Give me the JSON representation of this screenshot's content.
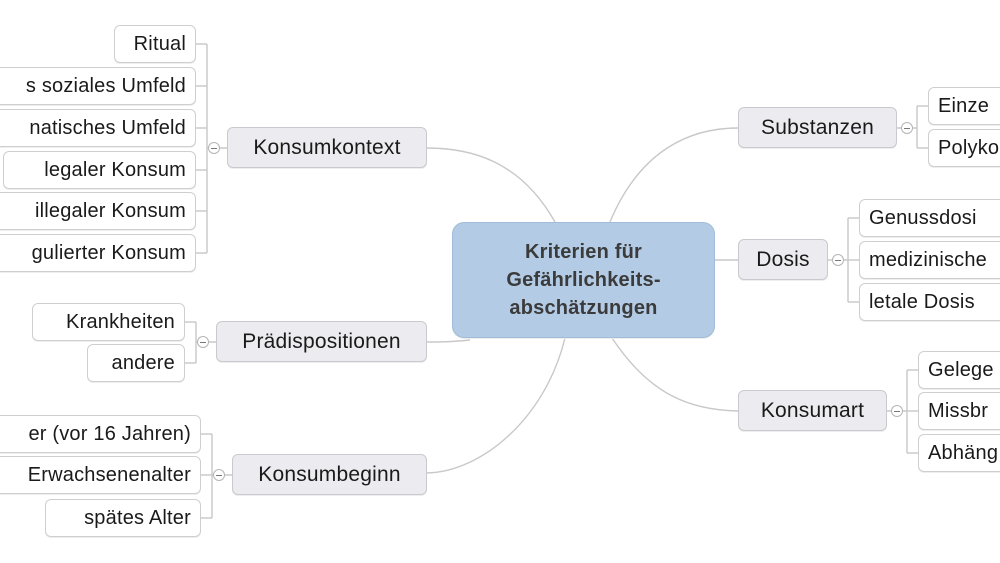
{
  "root": {
    "lines": [
      "Kriterien für",
      "Gefährlichkeits-",
      "abschätzungen"
    ],
    "color": "#b3cbe5"
  },
  "branches": {
    "konsumkontext": {
      "label": "Konsumkontext",
      "children": [
        "Ritual",
        "s soziales Umfeld",
        "natisches Umfeld",
        "legaler Konsum",
        "illegaler Konsum",
        "gulierter Konsum"
      ]
    },
    "praedispositionen": {
      "label": "Prädispositionen",
      "children": [
        "Krankheiten",
        "andere"
      ]
    },
    "konsumbeginn": {
      "label": "Konsumbeginn",
      "children": [
        "er (vor 16 Jahren)",
        "Erwachsenenalter",
        "spätes  Alter"
      ]
    },
    "substanzen": {
      "label": "Substanzen",
      "children": [
        "Einze",
        "Polyko"
      ]
    },
    "dosis": {
      "label": "Dosis",
      "children": [
        "Genussdosi",
        "medizinische",
        "letale  Dosis"
      ]
    },
    "konsumart": {
      "label": "Konsumart",
      "children": [
        "Gelege",
        "Missbr",
        "Abhäng"
      ]
    }
  },
  "colors": {
    "branch_fill": "#ececf0",
    "leaf_fill": "#ffffff",
    "connector": "#c8c8c8"
  }
}
